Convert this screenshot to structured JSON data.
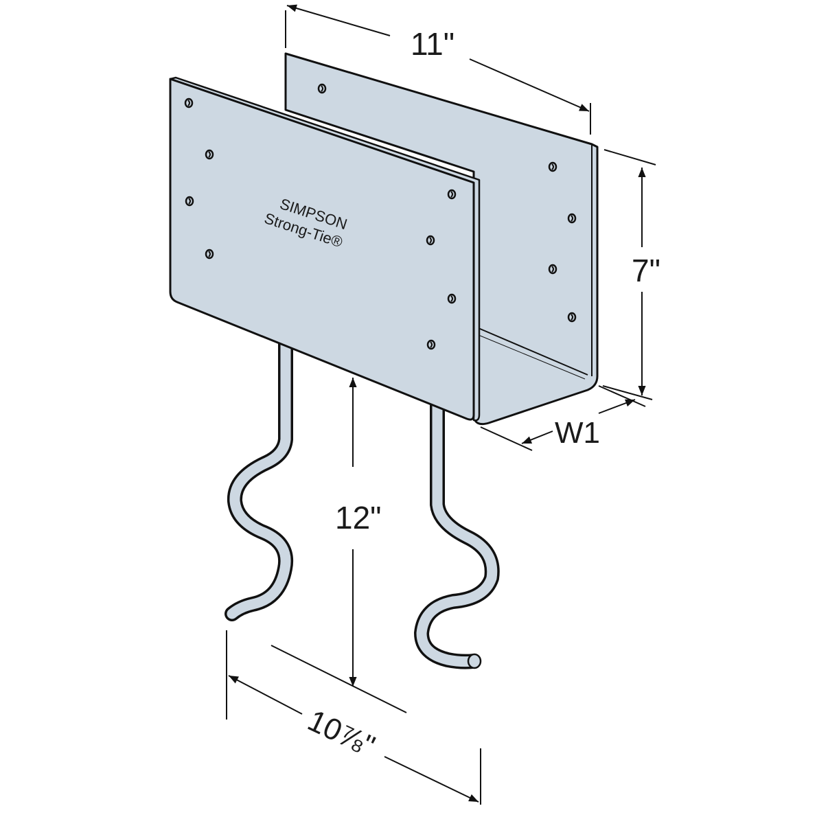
{
  "colors": {
    "steel": "#cdd8e2",
    "outline": "#111111",
    "background": "#ffffff"
  },
  "logo": {
    "line1": "SIMPSON",
    "line2": "Strong-Tie®"
  },
  "dimensions": {
    "length": "11\"",
    "height": "7\"",
    "width": "W1",
    "embedment": "12\"",
    "anchor_spacing": "10⅞\""
  }
}
